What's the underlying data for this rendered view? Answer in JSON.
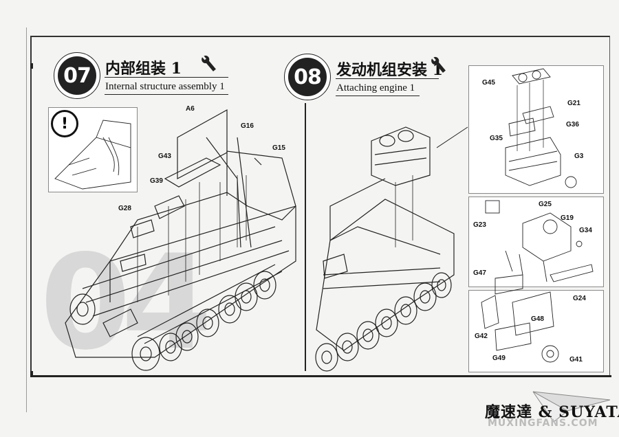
{
  "step07": {
    "number": "07",
    "title_cn": "内部组装 1",
    "title_en": "Internal structure assembly 1",
    "warning_symbol": "!",
    "icon": "wrench-icon",
    "parts": [
      "A6",
      "G16",
      "G15",
      "G43",
      "G39",
      "G28"
    ]
  },
  "step08": {
    "number": "08",
    "title_cn": "发动机组安装 1",
    "title_en": "Attaching engine 1",
    "icon": "wrench-icon",
    "parts": [
      "G45",
      "G21",
      "G36",
      "G35",
      "G3",
      "G25",
      "G23",
      "G19",
      "G34",
      "G24",
      "G47",
      "G48",
      "G42",
      "G49",
      "G41"
    ]
  },
  "watermark": {
    "brand": "魔速達 & SUYATA",
    "site": "MUXINGFANS.COM"
  },
  "background_page_number": "04"
}
